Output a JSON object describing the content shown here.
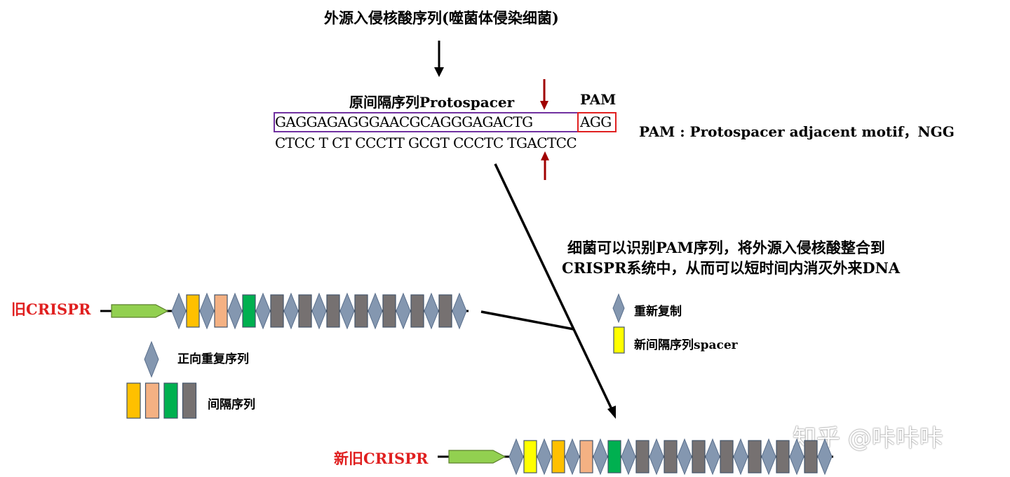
{
  "header": {
    "title": "外源入侵核酸序列(噬菌体侵染细菌)"
  },
  "sequence": {
    "protospacer_label": "原间隔序列Protospacer",
    "pam_label": "PAM",
    "top_strand_protospacer": "GAGGAGAGGGAACGCAGGGAGACTG",
    "top_strand_pam": "AGG",
    "bottom_strand": "CTCC T CT CCCTT GCGT CCCTC TGACTCC",
    "pam_definition": "PAM : Protospacer adjacent motif，NGG"
  },
  "explanation": {
    "line1": "细菌可以识别PAM序列，将外源入侵核酸整合到",
    "line2": "CRISPR系统中，从而可以短时间内消灭外来DNA"
  },
  "old_crispr": {
    "label": "旧CRISPR",
    "spacers": [
      "orange",
      "peach",
      "green",
      "gray",
      "gray",
      "gray",
      "gray",
      "gray",
      "gray",
      "gray"
    ]
  },
  "new_crispr": {
    "label": "新旧CRISPR",
    "spacers": [
      "yellow",
      "orange",
      "peach",
      "green",
      "gray",
      "gray",
      "gray",
      "gray",
      "gray",
      "gray",
      "gray"
    ]
  },
  "legend_left": {
    "repeat_label": "正向重复序列",
    "spacer_label": "间隔序列",
    "spacer_swatches": [
      "orange",
      "peach",
      "green",
      "gray"
    ]
  },
  "legend_right": {
    "repeat_label": "重新复制",
    "new_spacer_label": "新间隔序列spacer"
  },
  "watermark": "知乎 @咔咔咔",
  "colors": {
    "orange": "#ffc000",
    "peach": "#f4b183",
    "green": "#00b050",
    "gray": "#767171",
    "yellow": "#ffff00",
    "diamond": "#8497b0",
    "leader": "#92d050",
    "red_label": "#e02020",
    "dark_red_arrow": "#a00000",
    "protospacer_box": "#7030a0",
    "pam_box": "#e02020"
  }
}
